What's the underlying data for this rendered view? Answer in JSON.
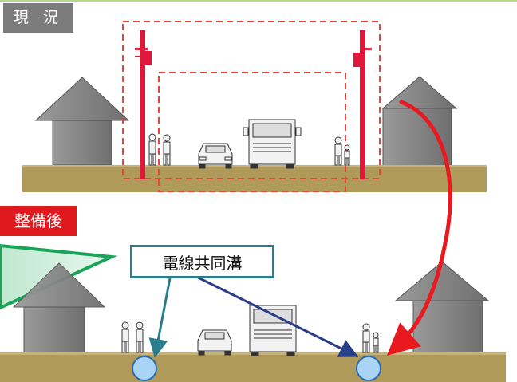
{
  "labels": {
    "before": "現 況",
    "after": "整備後",
    "conduit": "電線共同溝"
  },
  "colors": {
    "before_tag_bg": "#7c7c7c",
    "after_tag_bg": "#e0191f",
    "pole": "#e0173a",
    "dashed_outline": "#e8463c",
    "ground": "#b09a5a",
    "conduit_fill": "#a9d4f5",
    "callout_border": "#2a7d8a",
    "arrow_red": "#e8191f",
    "arrow_navy": "#263f86",
    "wedge_green": "#1aa45a",
    "house_gray": "#8d8d8d"
  },
  "icons": [
    "house-icon",
    "utility-pole-icon",
    "car-icon",
    "truck-icon",
    "pedestrian-icon",
    "conduit-circle-icon",
    "arrow-icon"
  ]
}
